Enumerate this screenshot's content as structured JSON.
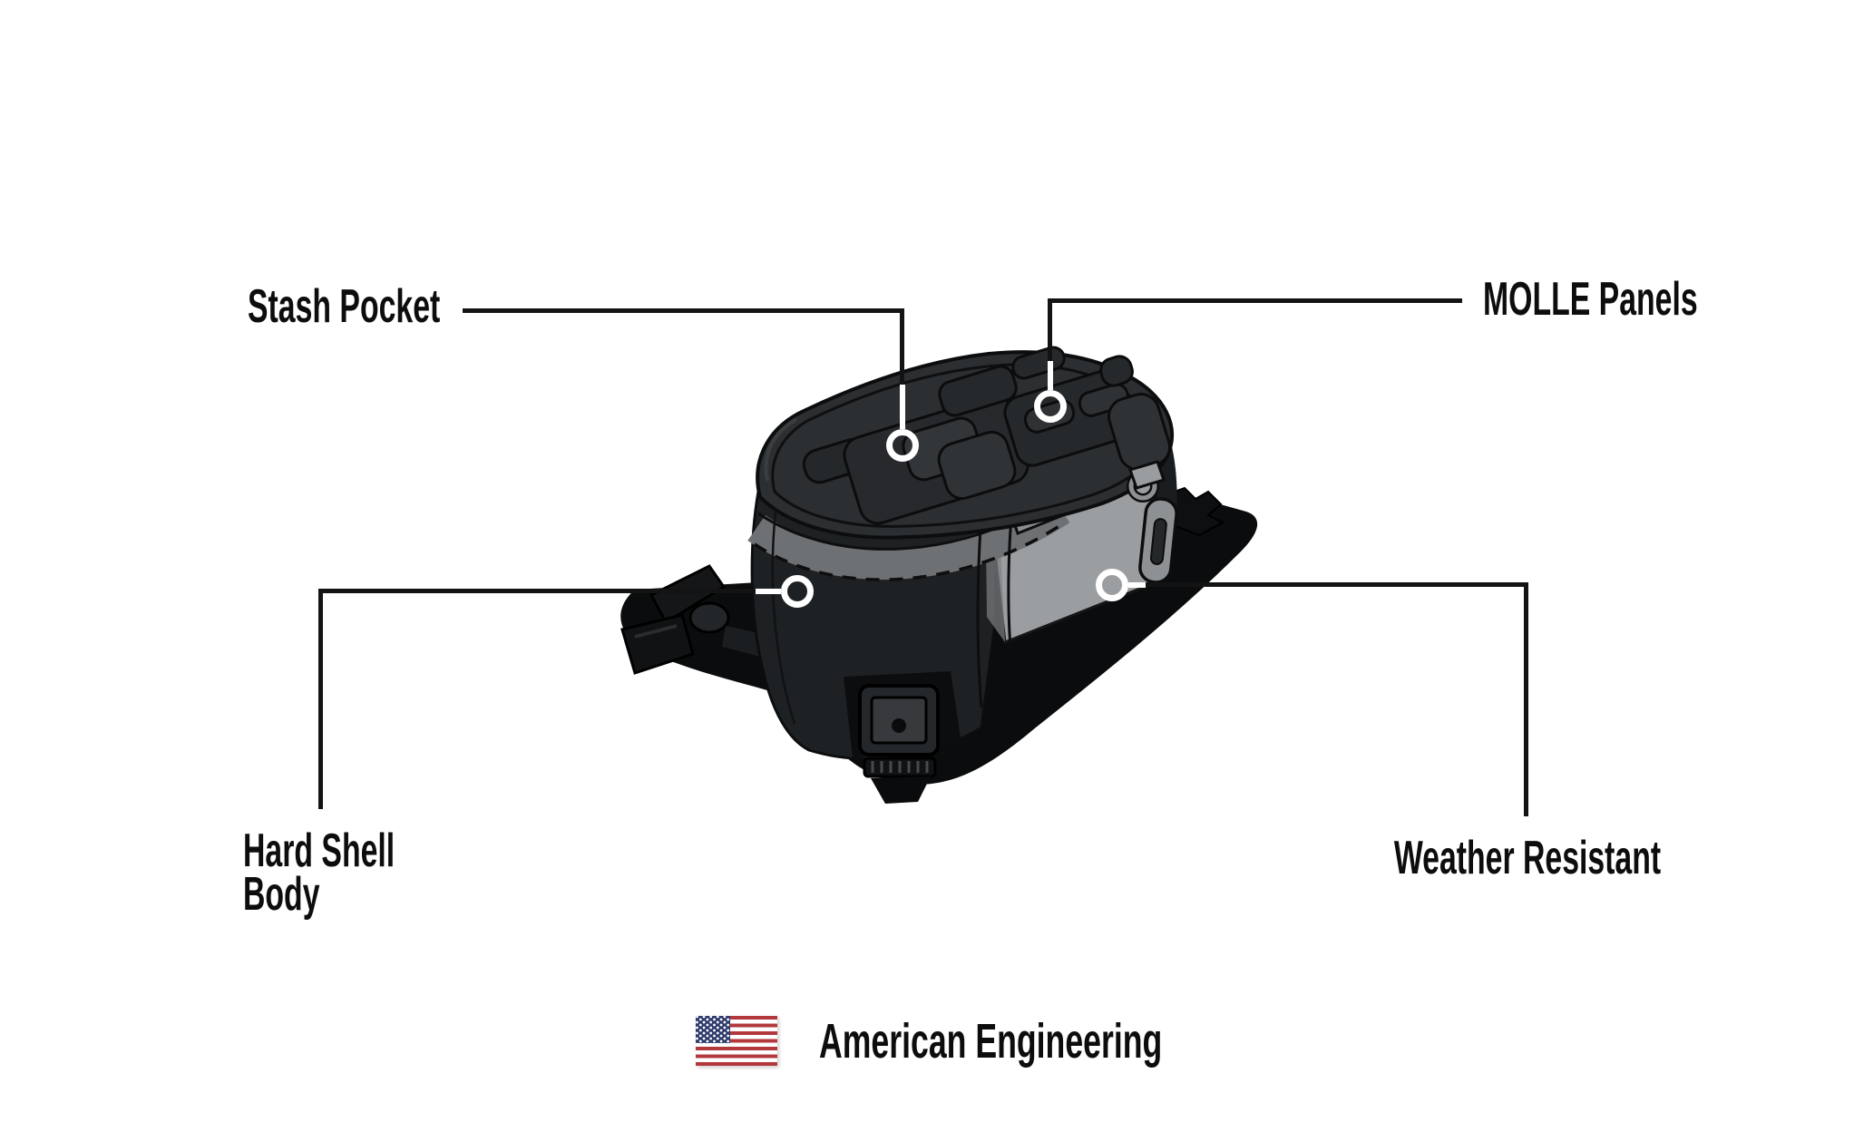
{
  "callouts": [
    {
      "id": "stash-pocket",
      "label": "Stash Pocket"
    },
    {
      "id": "molle-panels",
      "label": "MOLLE Panels"
    },
    {
      "id": "hard-shell-body",
      "label": "Hard Shell\nBody"
    },
    {
      "id": "weather-resistant",
      "label": "Weather Resistant"
    }
  ],
  "footer": {
    "label": "American Engineering",
    "flag_icon": "us-flag-icon"
  },
  "colors": {
    "background": "#ffffff",
    "callout_line": "#131313",
    "callout_dot_ring": "#ffffff",
    "label_text": "#0d0d0d",
    "shell_lid": "#2c2f31",
    "shell_recess": "#25282a",
    "shell_pad": "#333639",
    "front_face": "#1e2123",
    "side_panel_light": "#9b9ea1",
    "side_panel_dark": "#6e7275",
    "zipper_band": "#6e7174",
    "zipper_pull": "#8e9193",
    "base_plate": "#0b0c0d",
    "outline": "#0c0d0e",
    "flag_red": "#b2383c",
    "flag_blue": "#2c3a6b",
    "flag_white": "#ffffff"
  }
}
